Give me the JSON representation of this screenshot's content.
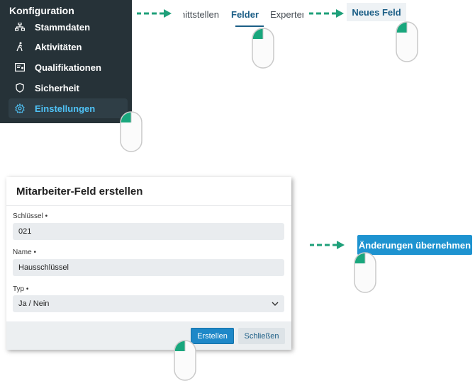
{
  "sidebar": {
    "title": "Konfiguration",
    "items": [
      {
        "label": "Stammdaten",
        "icon": "org-chart-icon"
      },
      {
        "label": "Aktivitäten",
        "icon": "walking-icon"
      },
      {
        "label": "Qualifikationen",
        "icon": "certificate-icon"
      },
      {
        "label": "Sicherheit",
        "icon": "shield-icon"
      },
      {
        "label": "Einstellungen",
        "icon": "gear-icon",
        "active": true
      }
    ]
  },
  "tabs": {
    "items": [
      "nittstellen",
      "Felder",
      "Experten"
    ],
    "active": "Felder"
  },
  "toolbar": {
    "new_field_label": "Neues Feld",
    "apply_label": "Änderungen übernehmen"
  },
  "dialog": {
    "title": "Mitarbeiter-Feld erstellen",
    "fields": {
      "key_label": "Schlüssel •",
      "key_value": "021",
      "name_label": "Name •",
      "name_value": "Hausschlüssel",
      "type_label": "Typ •",
      "type_value": "Ja / Nein"
    },
    "create_label": "Erstellen",
    "close_label": "Schließen"
  },
  "colors": {
    "sidebar_bg": "#263238",
    "accent_blue": "#1e88c8",
    "active_text": "#4fc3f7",
    "arrow_green": "#1fa07a"
  }
}
